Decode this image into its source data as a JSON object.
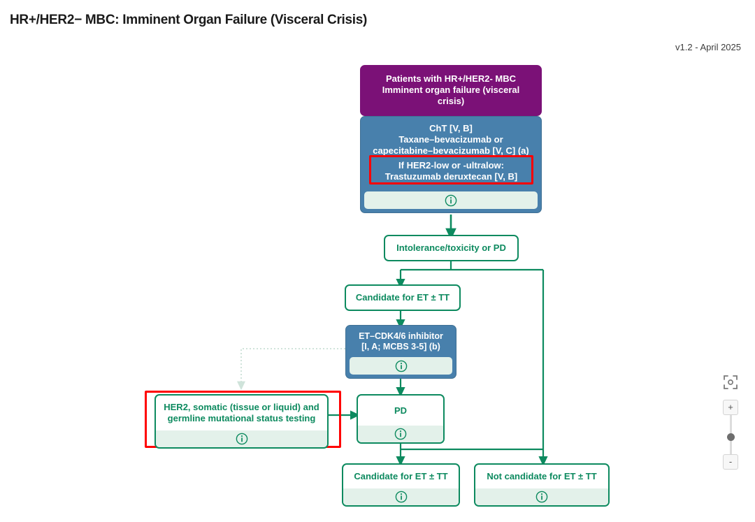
{
  "header": {
    "title": "HR+/HER2− MBC: Imminent Organ Failure (Visceral Crisis)",
    "version": "v1.2 - April 2025"
  },
  "colors": {
    "purple": "#7B1177",
    "blue": "#4880AC",
    "green": "#0d8a5f",
    "info_bar": "#e3f1ea",
    "highlight_red": "#FF0000",
    "dashed_connector": "#cfe3da"
  },
  "nodes": {
    "start": {
      "line1": "Patients with HR+/HER2- MBC",
      "line2": "Imminent organ failure (visceral crisis)"
    },
    "cht": {
      "line1": "ChT [V, B]",
      "line2": "Taxane–bevacizumab or",
      "line3": "capecitabine–bevacizumab [V, C] (a)",
      "info": "info-icon"
    },
    "her2_low_overlay": {
      "line1": "If HER2-low or -ultralow:",
      "line2": "Trastuzumab deruxtecan [V, B]"
    },
    "intolerance": {
      "label": "Intolerance/toxicity or PD"
    },
    "candidate_et_tt_1": {
      "label": "Candidate for ET ± TT"
    },
    "et_cdk": {
      "line1": "ET–CDK4/6 inhibitor",
      "line2": "[I, A; MCBS 3-5] (b)",
      "info": "info-icon"
    },
    "her2_testing": {
      "line1": "HER2, somatic (tissue or liquid) and",
      "line2": "germline mutational status testing",
      "info": "info-icon"
    },
    "pd": {
      "label": "PD",
      "info": "info-icon"
    },
    "candidate_et_tt_2": {
      "label": "Candidate for ET ± TT",
      "info": "info-icon"
    },
    "not_candidate_et_tt": {
      "label": "Not candidate for ET ± TT",
      "info": "info-icon"
    }
  },
  "zoom_controls": {
    "fit_label": "fit-to-screen",
    "zoom_in_label": "+",
    "zoom_out_label": "-"
  }
}
